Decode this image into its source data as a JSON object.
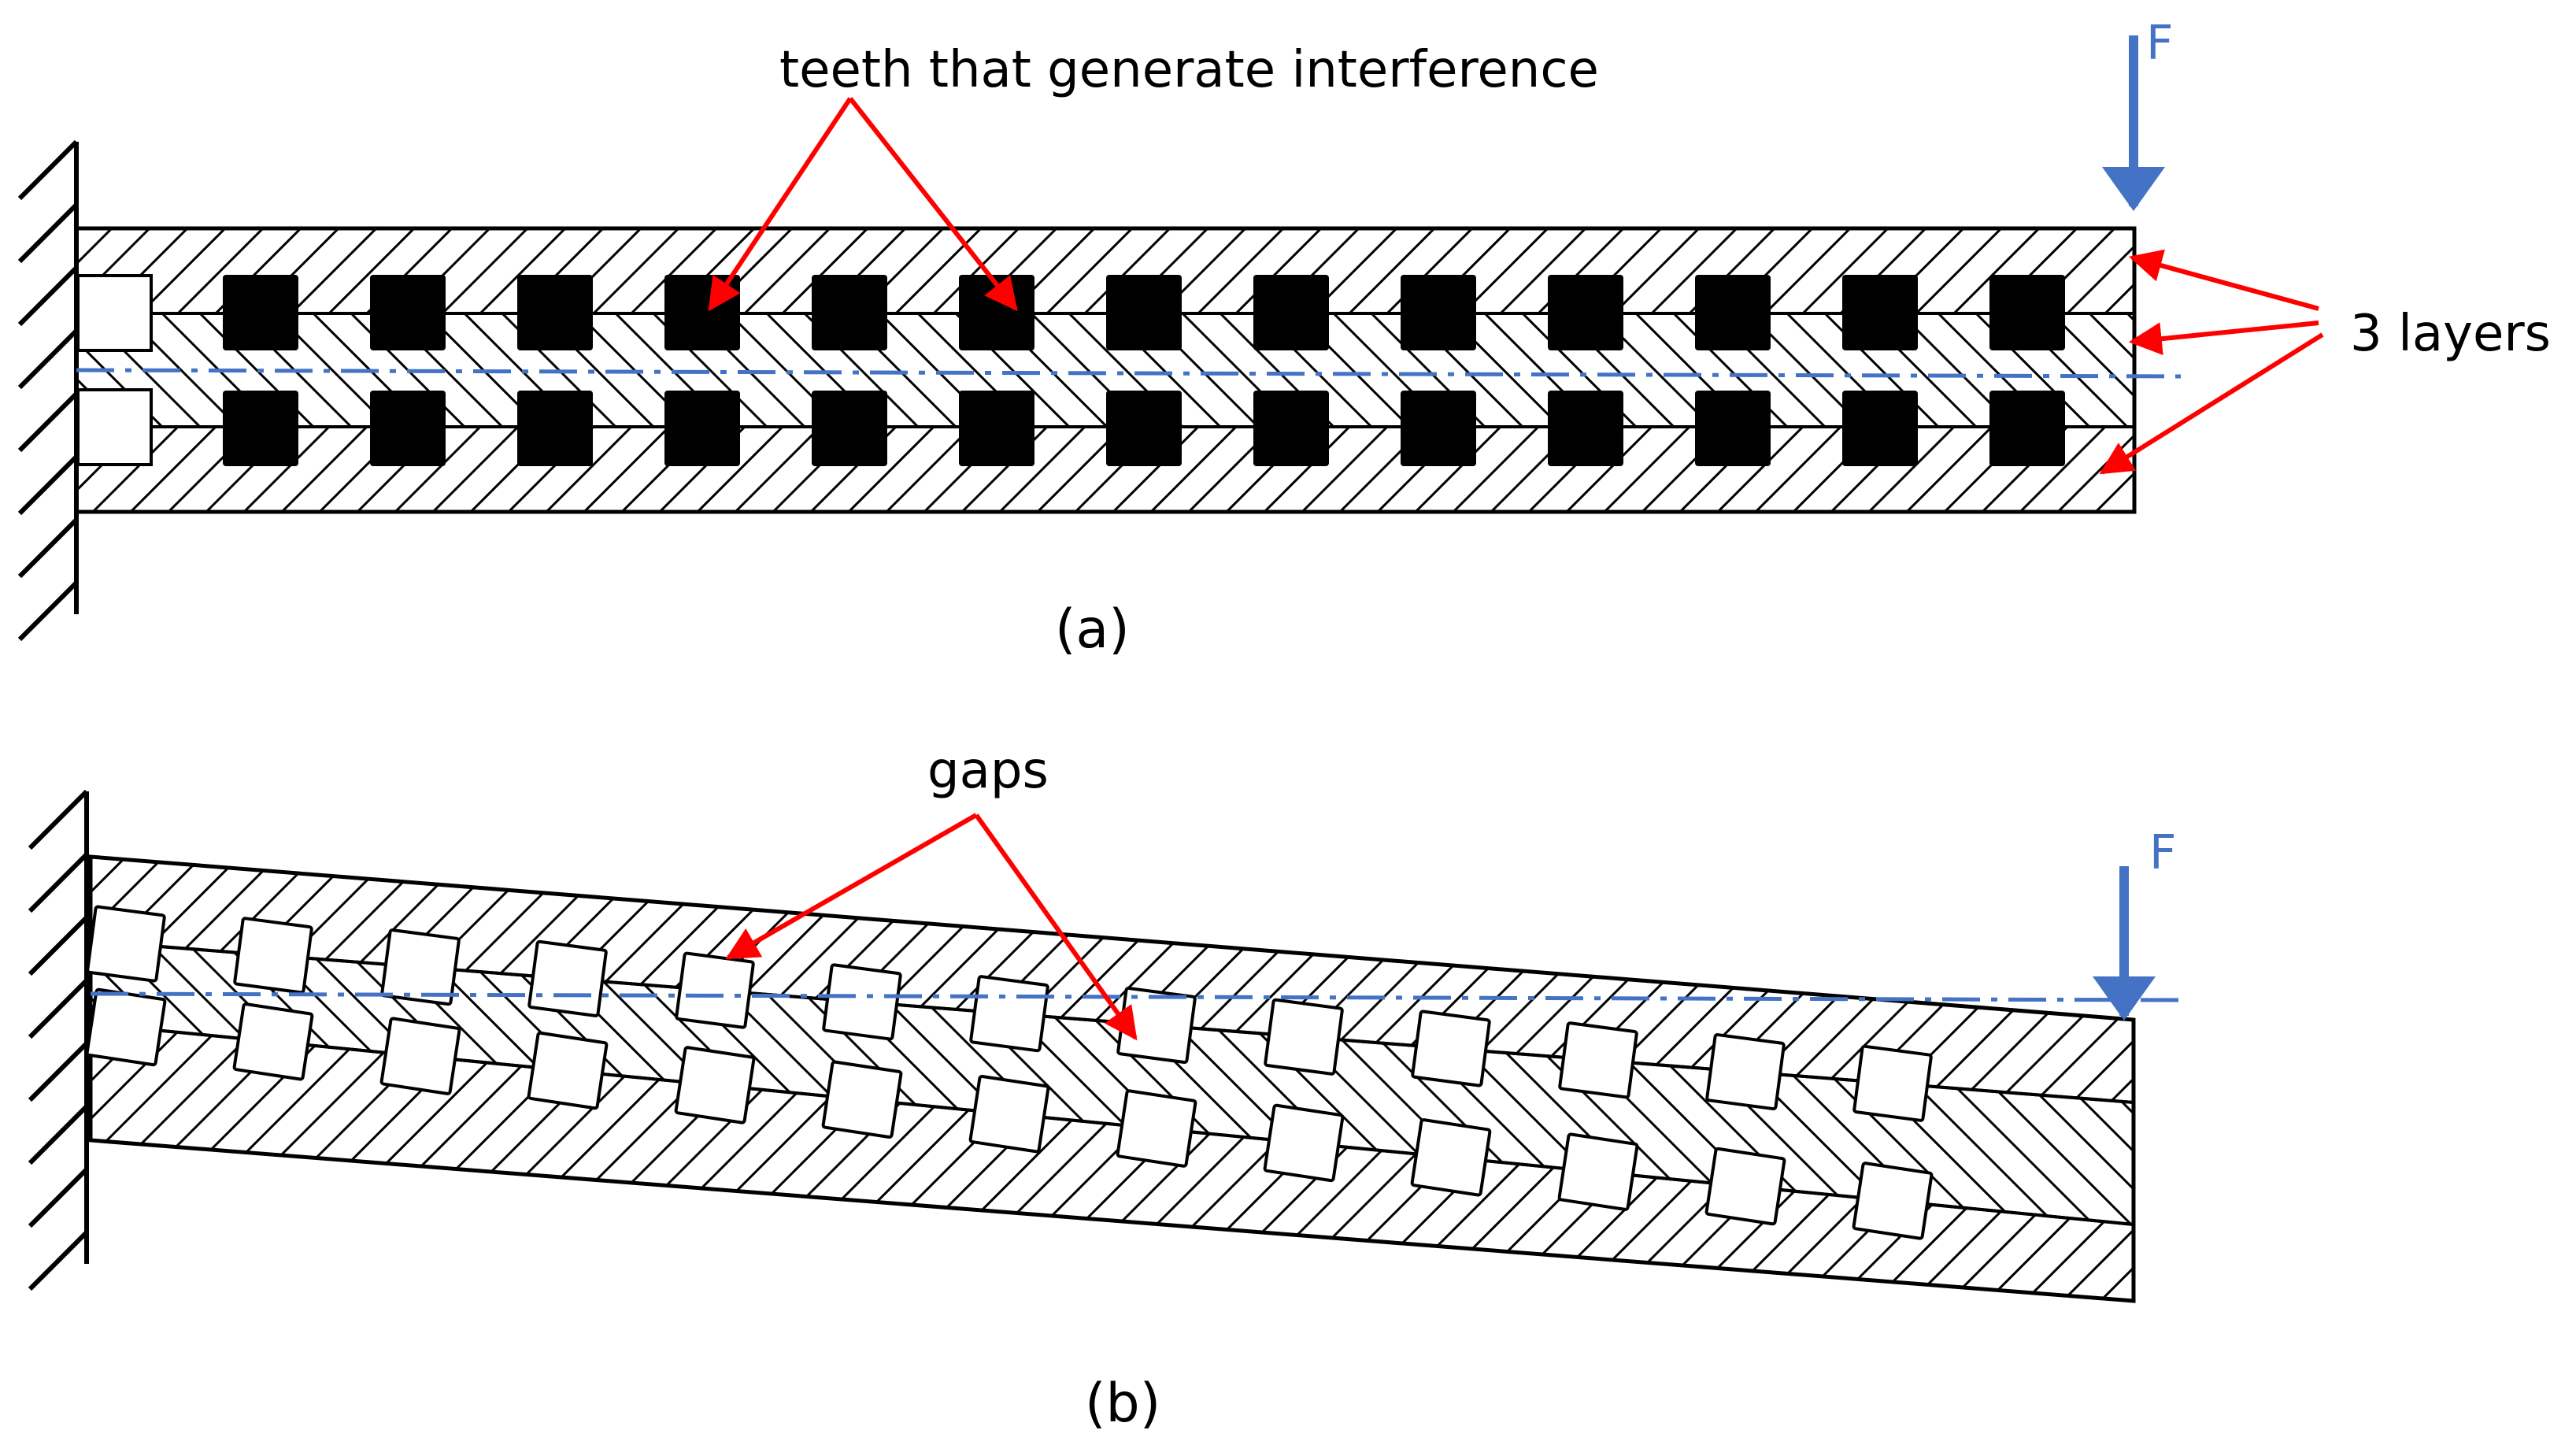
{
  "labels": {
    "teeth": "teeth that generate interference",
    "layers": "3 layers",
    "gaps": "gaps",
    "force_a": "F",
    "force_b": "F"
  },
  "captions": {
    "a": "(a)",
    "b": "(b)"
  },
  "colors": {
    "line": "#000000",
    "annotation_arrow": "#ff0000",
    "force_and_axis": "#4472c4",
    "tooth_fill_a": "#000000",
    "tooth_fill_b": "#ffffff"
  },
  "panel_a": {
    "state": "undeformed",
    "teeth_per_row": 13,
    "rows": 2,
    "layers": 3
  },
  "panel_b": {
    "state": "deflected",
    "teeth_per_row": 13,
    "rows": 2,
    "layers": 3
  }
}
